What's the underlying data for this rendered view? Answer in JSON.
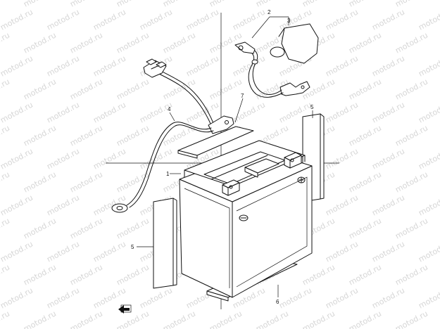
{
  "watermark": {
    "text": "motod.ru"
  },
  "callouts": {
    "c1": "1",
    "c2": "2",
    "c3": "3",
    "c4": "4",
    "c5a": "5",
    "c5b": "5",
    "c6": "6",
    "c7": "7"
  },
  "colors": {
    "line": "#111111",
    "watermark": "#d6d6d6",
    "background": "#ffffff"
  },
  "icons": {
    "orientation_marker": "front-arrow-icon"
  }
}
